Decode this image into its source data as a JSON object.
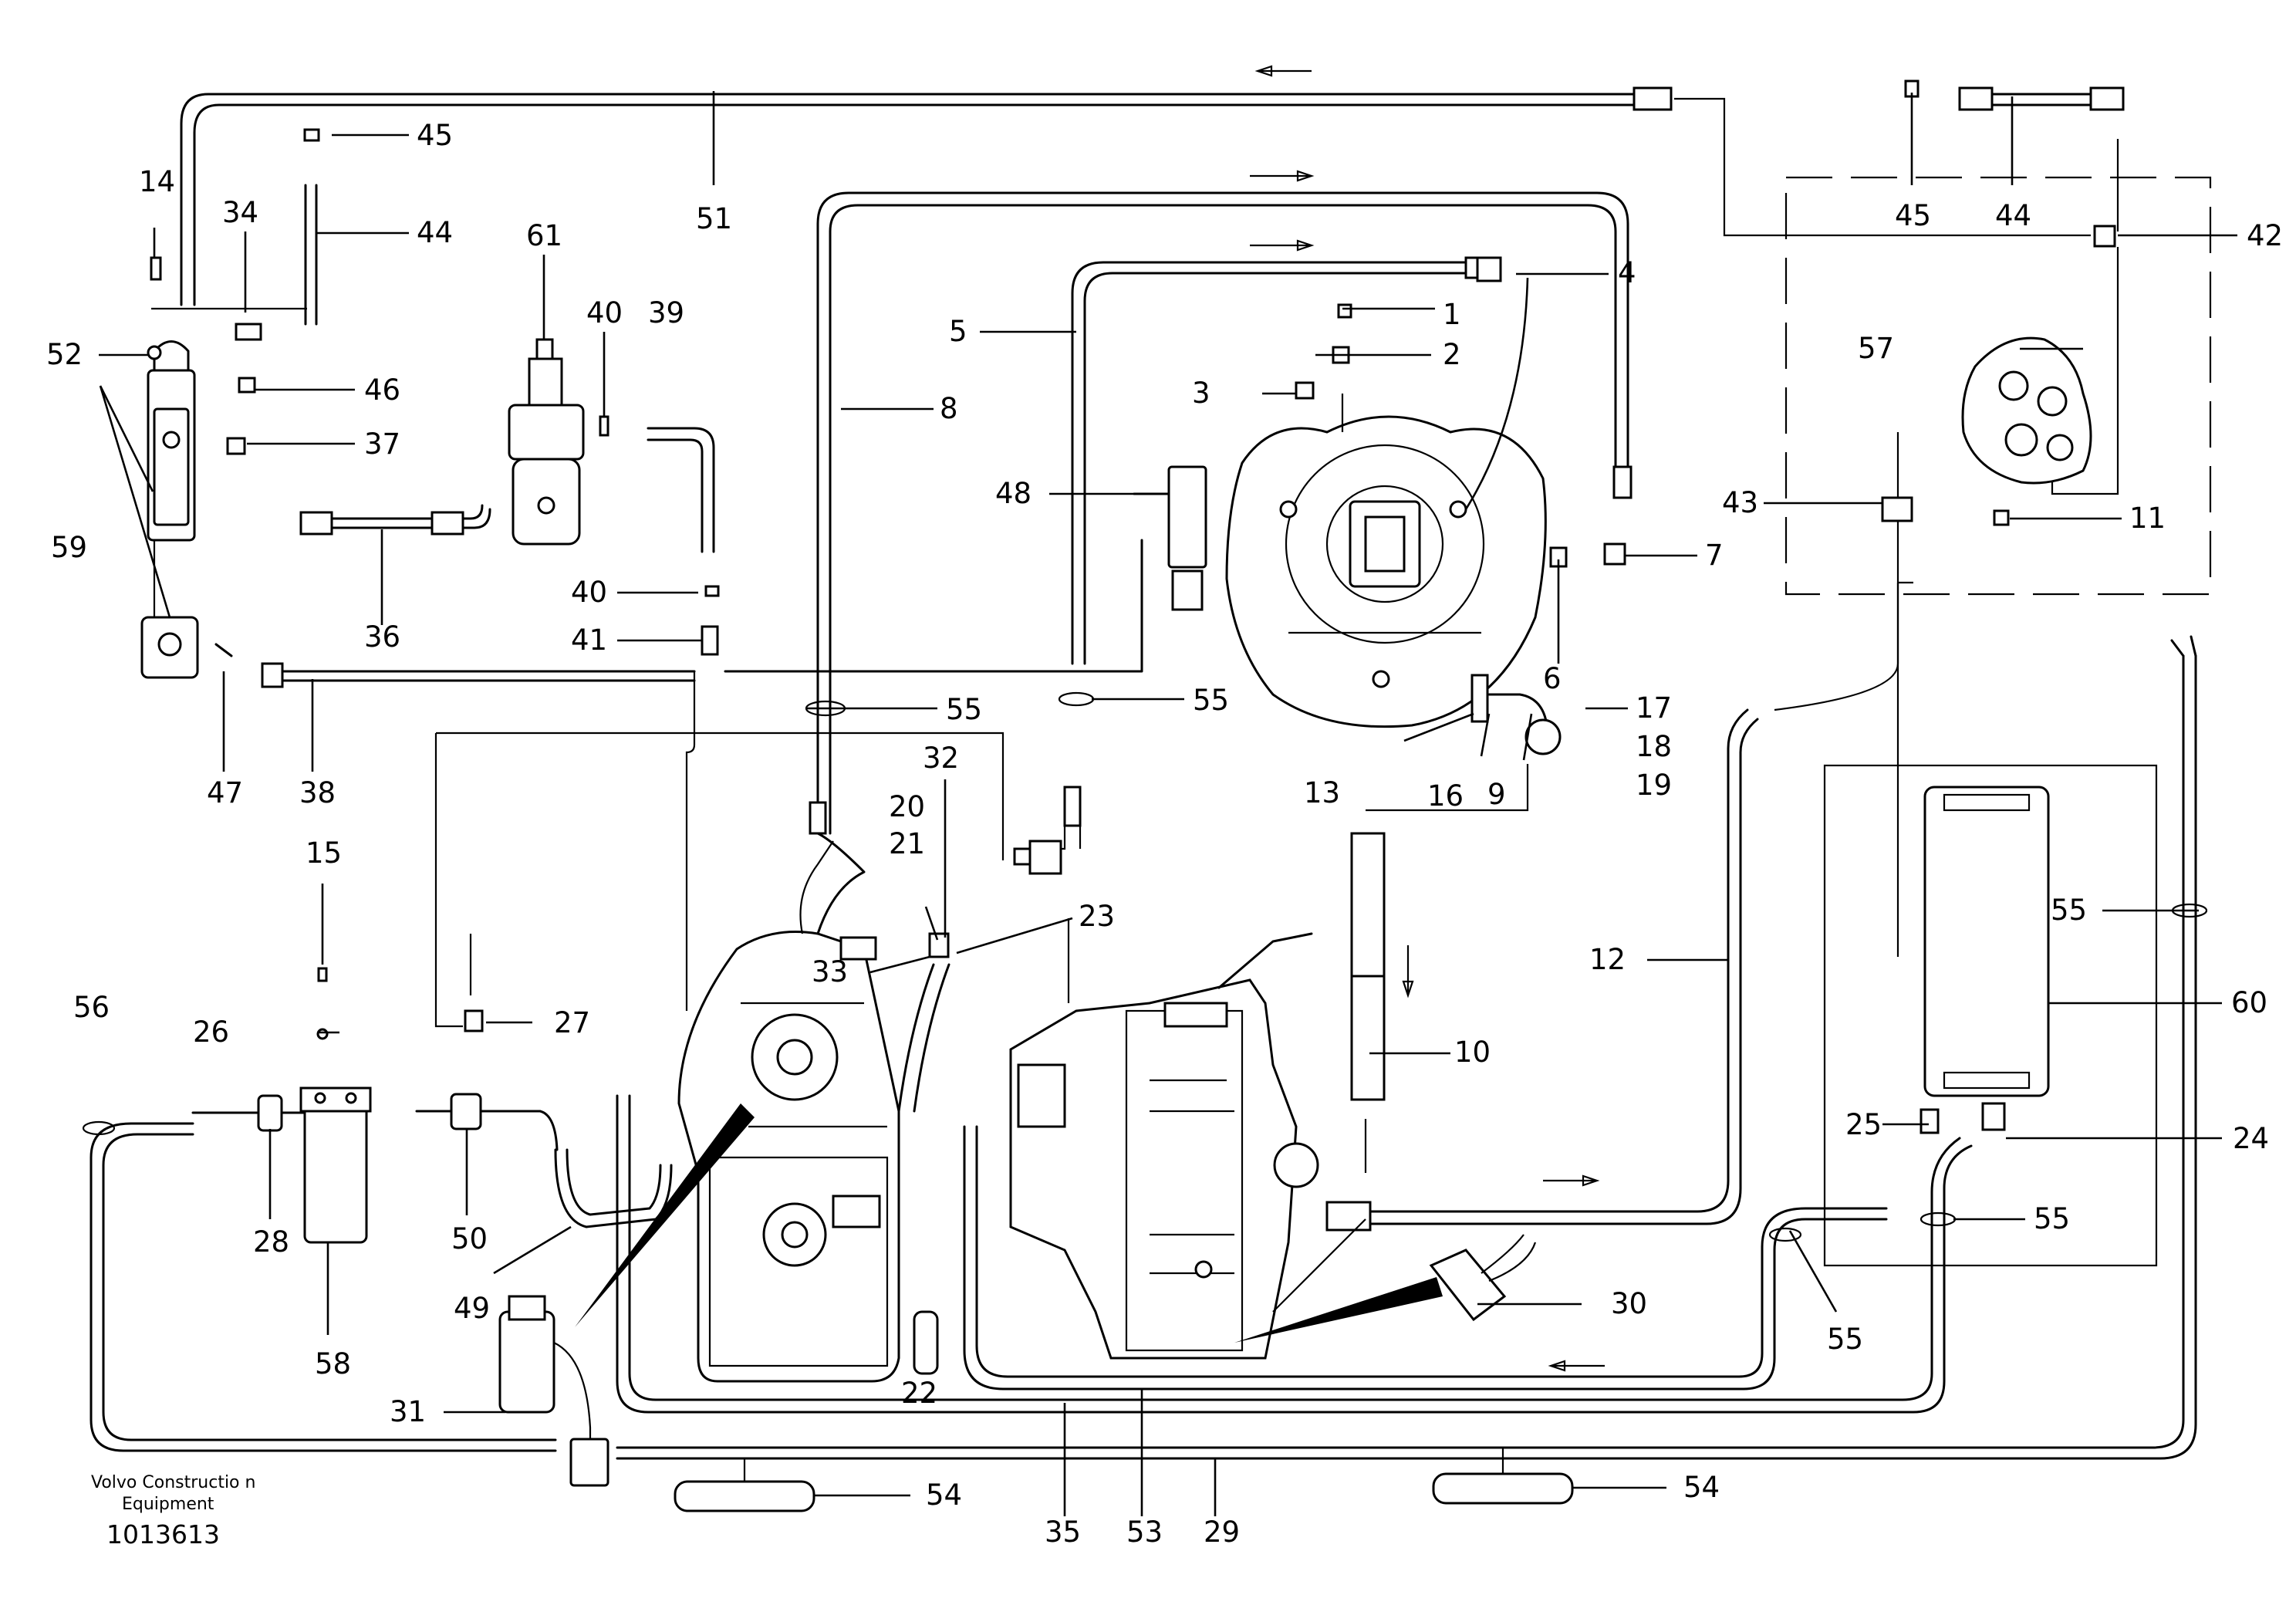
{
  "footer": {
    "brand_line1": "Volvo Constructio   n",
    "brand_line2": "Equipment",
    "drawing_id": "1013613"
  },
  "callouts": {
    "c1": "1",
    "c2": "2",
    "c3": "3",
    "c4": "4",
    "c5": "5",
    "c6": "6",
    "c7": "7",
    "c8": "8",
    "c9": "9",
    "c10": "10",
    "c11": "11",
    "c12": "12",
    "c13": "13",
    "c14": "14",
    "c15": "15",
    "c16": "16",
    "c17": "17",
    "c18": "18",
    "c19": "19",
    "c20": "20",
    "c21": "21",
    "c22": "22",
    "c23": "23",
    "c24": "24",
    "c25": "25",
    "c26": "26",
    "c27": "27",
    "c28": "28",
    "c29": "29",
    "c30": "30",
    "c31": "31",
    "c32": "32",
    "c33": "33",
    "c34": "34",
    "c35": "35",
    "c36": "36",
    "c37": "37",
    "c38": "38",
    "c39": "39",
    "c40a": "40",
    "c40b": "40",
    "c41": "41",
    "c42": "42",
    "c43": "43",
    "c44a": "44",
    "c44b": "44",
    "c45a": "45",
    "c45b": "45",
    "c46": "46",
    "c47": "47",
    "c48": "48",
    "c49": "49",
    "c50": "50",
    "c51": "51",
    "c52": "52",
    "c53": "53",
    "c54a": "54",
    "c54b": "54",
    "c55a": "55",
    "c55b": "55",
    "c55c": "55",
    "c55d": "55",
    "c55e": "55",
    "c56": "56",
    "c57": "57",
    "c58": "58",
    "c59": "59",
    "c60": "60",
    "c61": "61"
  }
}
